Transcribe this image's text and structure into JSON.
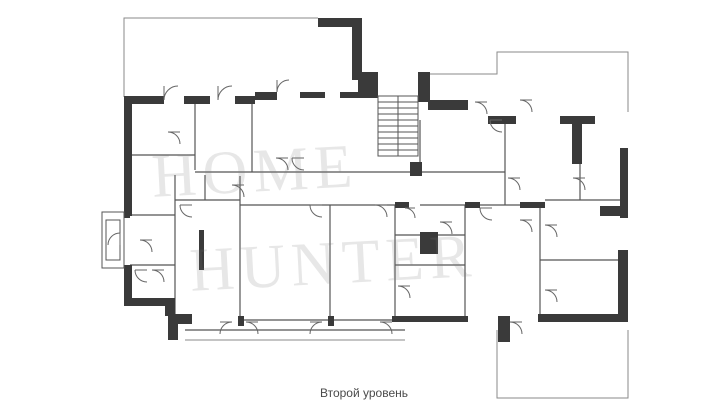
{
  "plan": {
    "caption": "Второй уровень",
    "watermark_line1": "HOME",
    "watermark_line2": "HUNTER",
    "colors": {
      "wall": "#3a3a3a",
      "line": "#555555",
      "terrace": "#8a8a8a",
      "background": "#ffffff"
    }
  }
}
